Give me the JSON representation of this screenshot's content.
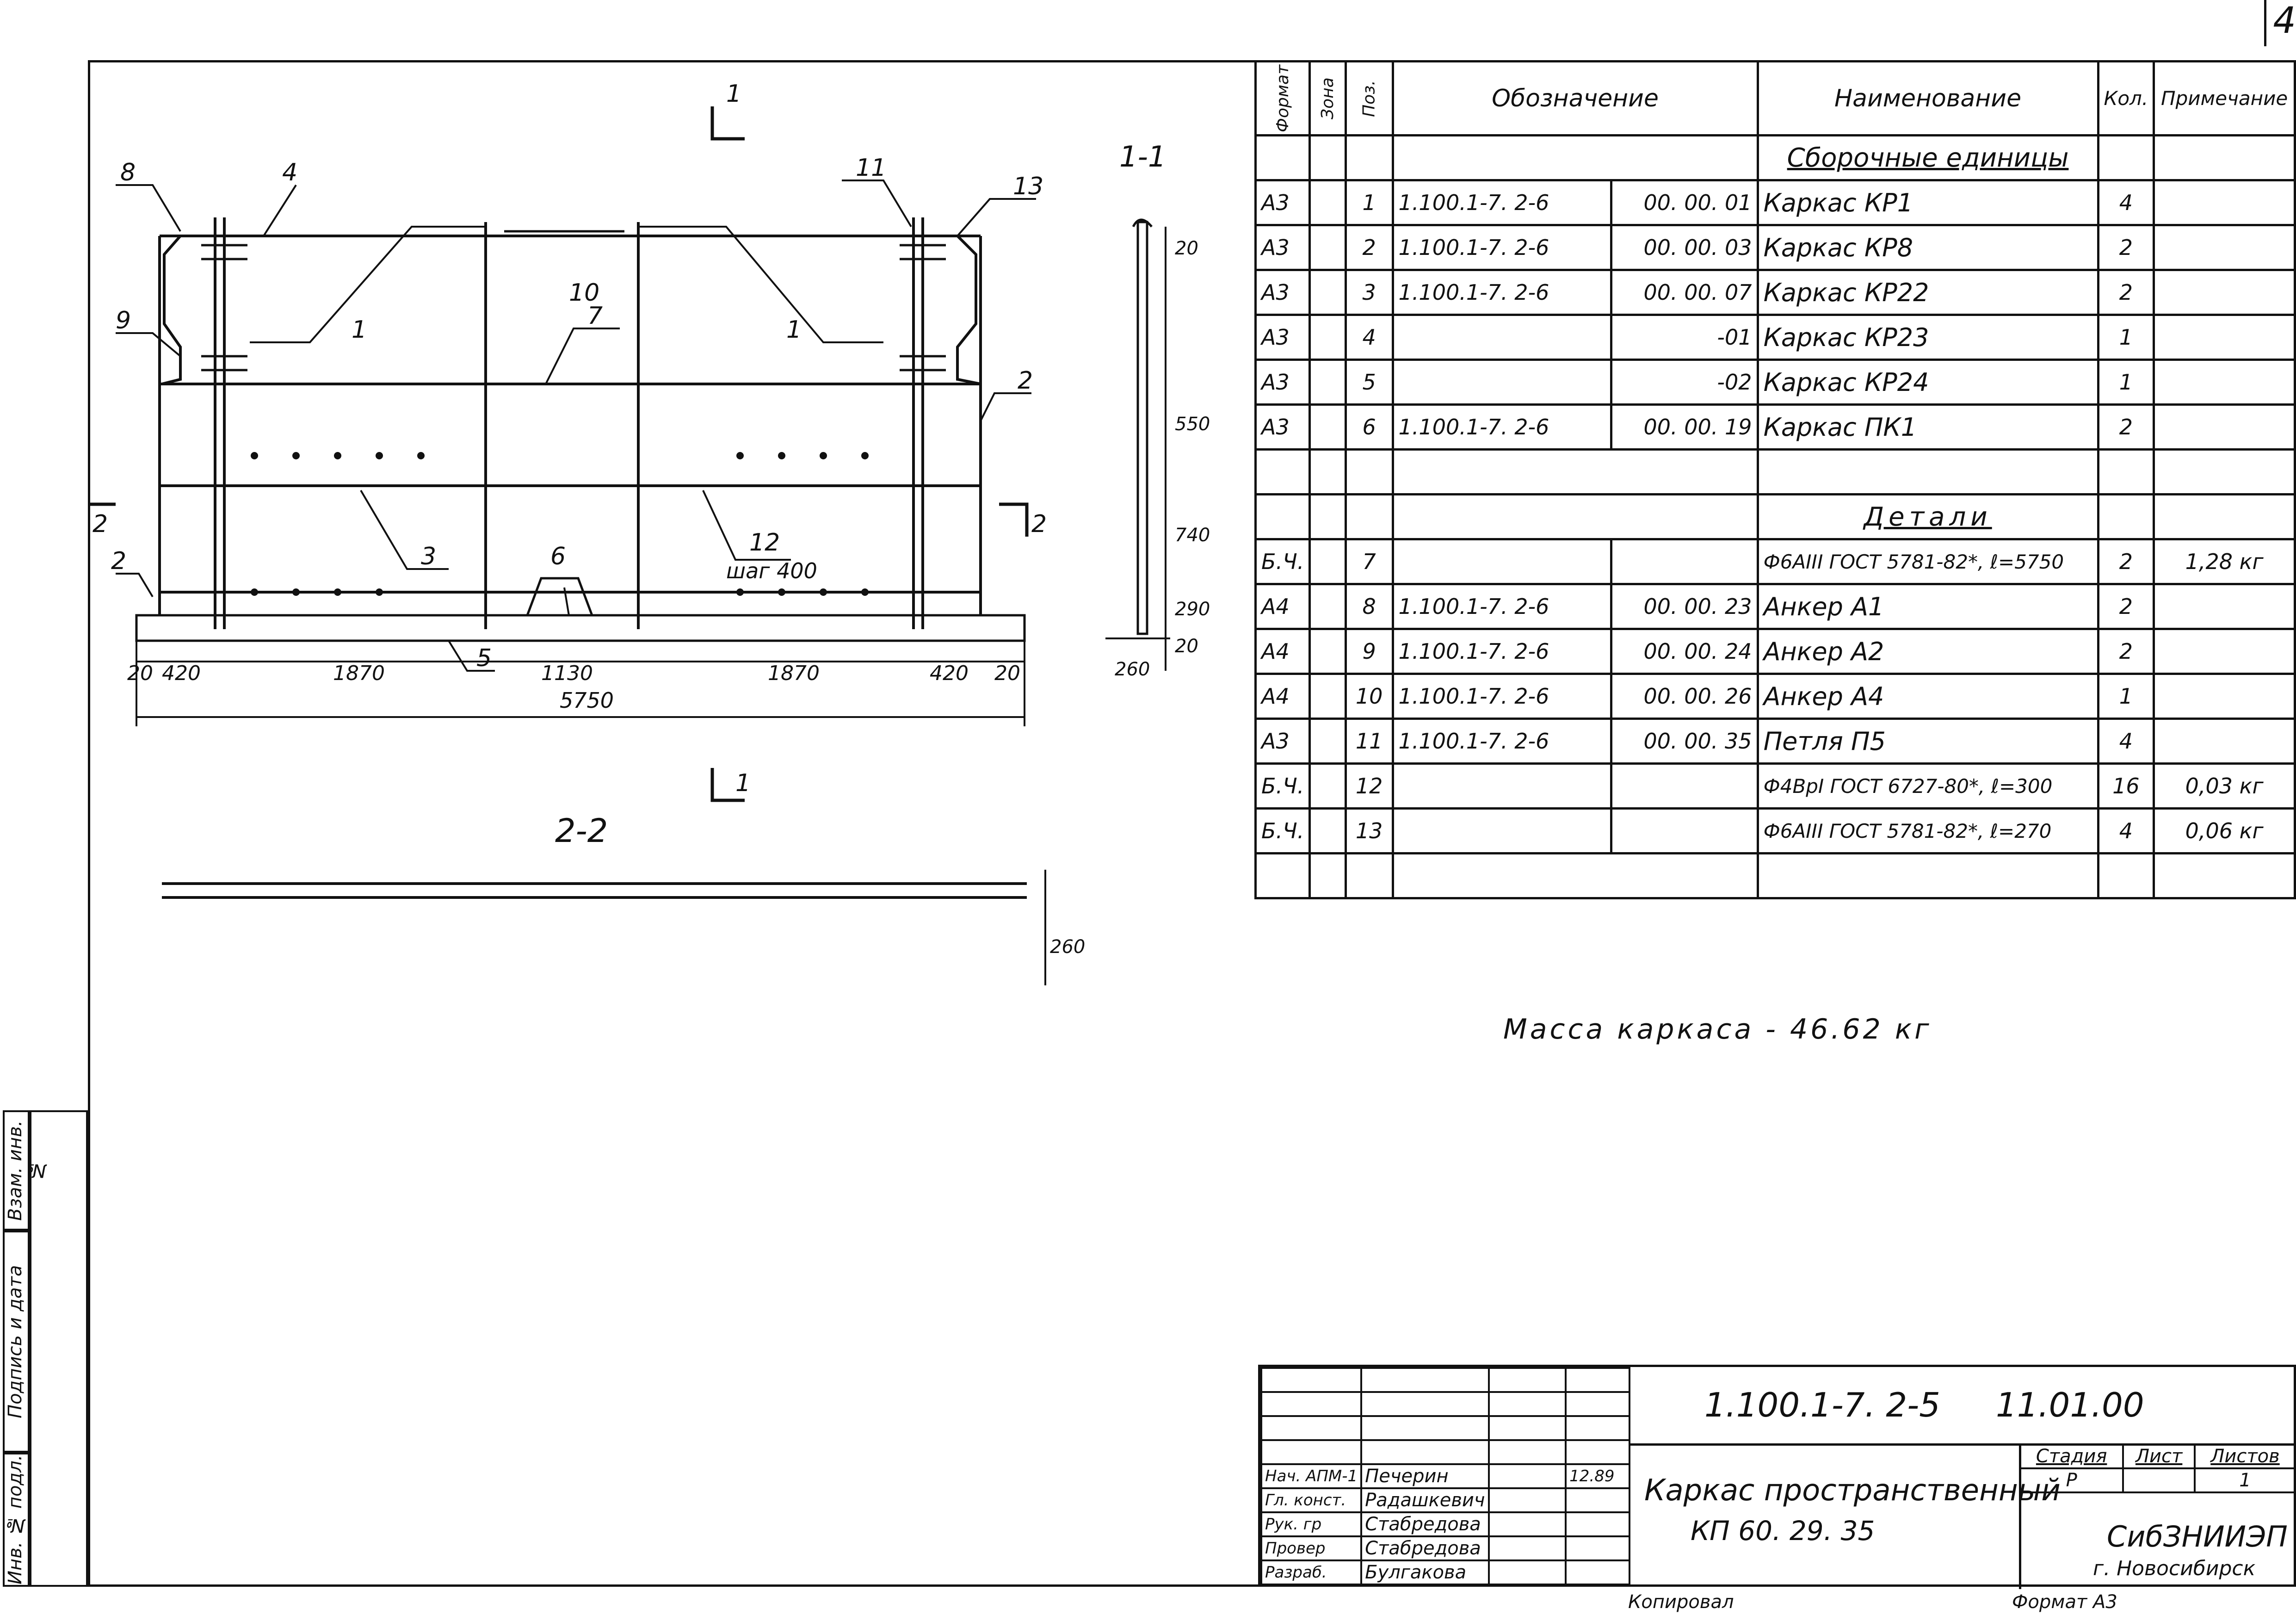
{
  "sheet_number": "4",
  "drawing": {
    "section_marker_top": "1",
    "section_marker_bottom": "1",
    "section_1_1_title": "1-1",
    "section_2_2_title": "2-2",
    "side_marker": "2",
    "callouts": [
      "8",
      "4",
      "11",
      "13",
      "10",
      "9",
      "1",
      "1",
      "7",
      "2",
      "3",
      "6",
      "12",
      "2",
      "5"
    ],
    "pitch_note": "шаг 400",
    "dims_bottom": [
      "20",
      "420",
      "1870",
      "1130",
      "1870",
      "420",
      "20"
    ],
    "dim_total": "5750",
    "dims_section_1_1": [
      "20",
      "550",
      "740",
      "290",
      "20",
      "260"
    ],
    "dim_section_2_2": "260"
  },
  "spec_table": {
    "headers": {
      "format": "Формат",
      "zone": "Зона",
      "pos": "Поз.",
      "designation": "Обозначение",
      "name": "Наименование",
      "qty": "Кол.",
      "note": "Примечание"
    },
    "group_assembly": "Сборочные единицы",
    "group_details": "Детали",
    "rows_assembly": [
      {
        "format": "А3",
        "pos": "1",
        "code": "1.100.1-7. 2-6",
        "num": "00. 00. 01",
        "name": "Каркас  КР1",
        "qty": "4",
        "note": ""
      },
      {
        "format": "А3",
        "pos": "2",
        "code": "1.100.1-7. 2-6",
        "num": "00. 00. 03",
        "name": "Каркас  КР8",
        "qty": "2",
        "note": ""
      },
      {
        "format": "А3",
        "pos": "3",
        "code": "1.100.1-7. 2-6",
        "num": "00. 00. 07",
        "name": "Каркас  КР22",
        "qty": "2",
        "note": ""
      },
      {
        "format": "А3",
        "pos": "4",
        "code": "",
        "num": "-01",
        "name": "Каркас  КР23",
        "qty": "1",
        "note": ""
      },
      {
        "format": "А3",
        "pos": "5",
        "code": "",
        "num": "-02",
        "name": "Каркас  КР24",
        "qty": "1",
        "note": ""
      },
      {
        "format": "А3",
        "pos": "6",
        "code": "1.100.1-7. 2-6",
        "num": "00. 00. 19",
        "name": "Каркас  ПК1",
        "qty": "2",
        "note": ""
      }
    ],
    "rows_details": [
      {
        "format": "Б.Ч.",
        "pos": "7",
        "code": "",
        "num": "",
        "name": "Ф6АIII  ГОСТ 5781-82*, ℓ=5750",
        "qty": "2",
        "note": "1,28 кг"
      },
      {
        "format": "А4",
        "pos": "8",
        "code": "1.100.1-7. 2-6",
        "num": "00. 00. 23",
        "name": "Анкер  А1",
        "qty": "2",
        "note": ""
      },
      {
        "format": "А4",
        "pos": "9",
        "code": "1.100.1-7. 2-6",
        "num": "00. 00. 24",
        "name": "Анкер  А2",
        "qty": "2",
        "note": ""
      },
      {
        "format": "А4",
        "pos": "10",
        "code": "1.100.1-7. 2-6",
        "num": "00. 00. 26",
        "name": "Анкер  А4",
        "qty": "1",
        "note": ""
      },
      {
        "format": "А3",
        "pos": "11",
        "code": "1.100.1-7. 2-6",
        "num": "00. 00. 35",
        "name": "Петля  П5",
        "qty": "4",
        "note": ""
      },
      {
        "format": "Б.Ч.",
        "pos": "12",
        "code": "",
        "num": "",
        "name": "Ф4ВрI  ГОСТ 6727-80*, ℓ=300",
        "qty": "16",
        "note": "0,03 кг"
      },
      {
        "format": "Б.Ч.",
        "pos": "13",
        "code": "",
        "num": "",
        "name": "Ф6АIII  ГОСТ 5781-82*, ℓ=270",
        "qty": "4",
        "note": "0,06 кг"
      }
    ]
  },
  "mass_note": "Масса  каркаса - 46.62 кг",
  "title_block": {
    "doc_code": "1.100.1-7. 2-5",
    "doc_num": "11.01.00",
    "title_line1": "Каркас  пространственный",
    "title_line2": "КП 60. 29. 35",
    "stage_label": "Стадия",
    "sheet_label": "Лист",
    "sheets_label": "Листов",
    "stage_value": "Р",
    "sheets_value": "1",
    "org": "СибЗНИИЭП",
    "city": "г. Новосибирск",
    "date": "12.89",
    "people": [
      {
        "role": "Нач. АПМ-1",
        "name": "Печерин"
      },
      {
        "role": "Гл. конст.",
        "name": "Радашкевич"
      },
      {
        "role": "Рук. гр",
        "name": "Стабредова"
      },
      {
        "role": "Провер",
        "name": "Стабредова"
      },
      {
        "role": "Разраб.",
        "name": "Булгакова"
      }
    ],
    "copied": "Копировал",
    "format": "Формат  А3"
  },
  "side_stamp": {
    "inv_orig": "Инв. № подл.",
    "sign_date": "Подпись и дата",
    "inv_replace": "Взам. инв. №"
  }
}
